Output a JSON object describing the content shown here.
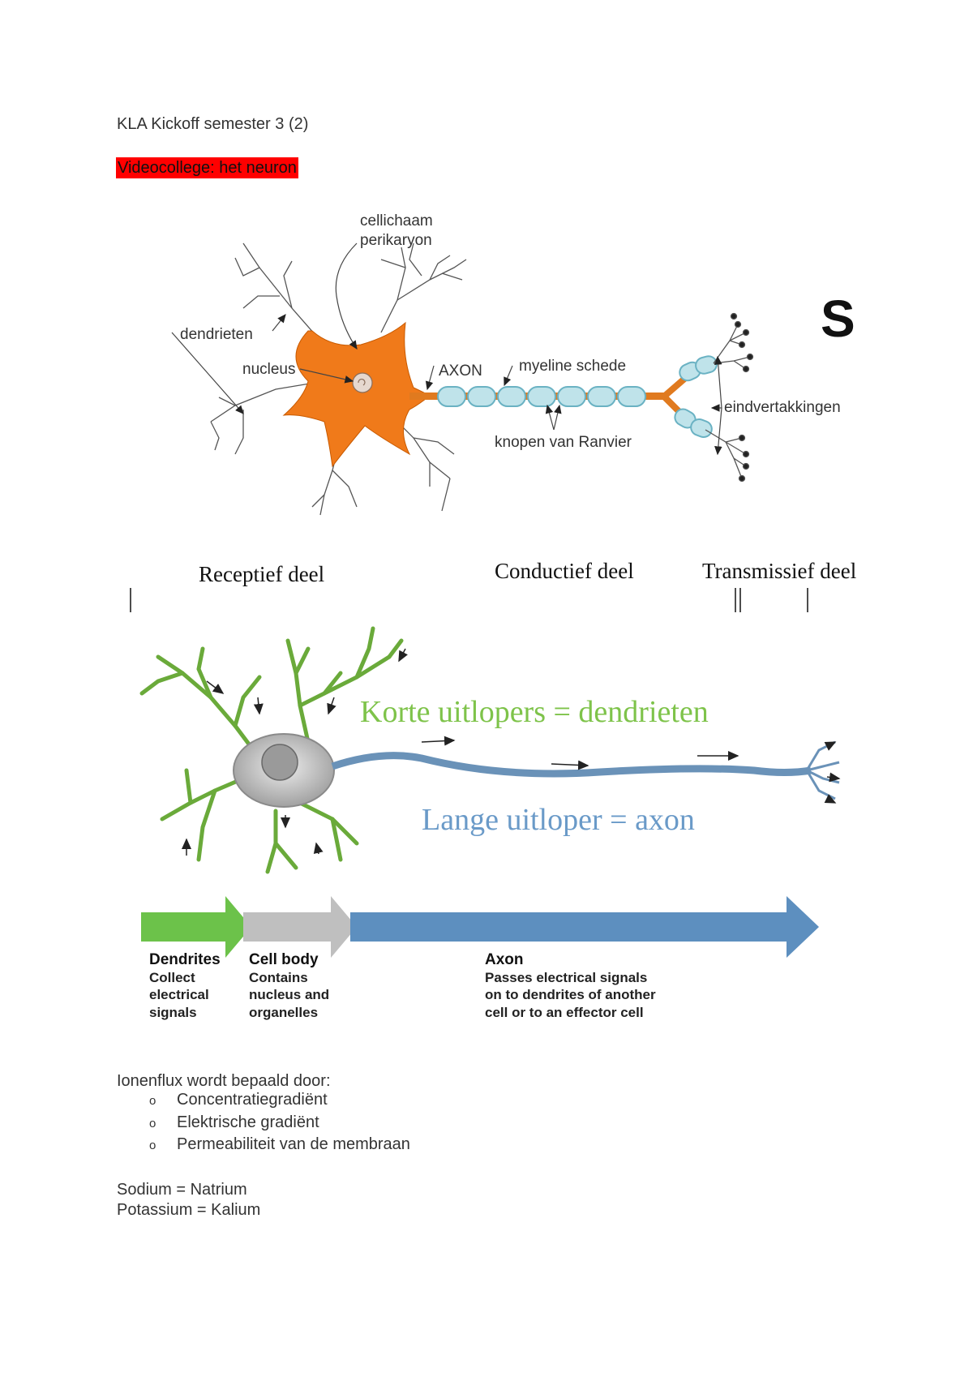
{
  "document": {
    "title": "KLA Kickoff semester 3 (2)",
    "section_heading": "Videocollege: het neuron"
  },
  "figure1": {
    "labels": {
      "cell_body": "cellichaam",
      "perikaryon": "perikaryon",
      "dendrites": "dendrieten",
      "nucleus": "nucleus",
      "axon": "AXON",
      "myelin": "myeline schede",
      "nodes": "knopen van Ranvier",
      "terminals": "eindvertakkingen",
      "corner_letter": "S"
    },
    "colors": {
      "soma": "#f07a1a",
      "myelin": "#bfe3ea",
      "myelin_edge": "#6ab2c3"
    }
  },
  "figure2": {
    "headings": {
      "receptive": "Receptief deel",
      "conductive": "Conductief deel",
      "transmissive": "Transmissief deel"
    },
    "annotations": {
      "short": "Korte uitlopers = dendrieten",
      "long": "Lange uitloper = axon"
    },
    "arrows": [
      {
        "title": "Dendrites",
        "lines": [
          "Collect",
          "electrical",
          "signals"
        ],
        "color": "#6cc24a"
      },
      {
        "title": "Cell body",
        "lines": [
          "Contains",
          "nucleus and",
          "organelles"
        ],
        "color": "#bfbfbf"
      },
      {
        "title": "Axon",
        "lines": [
          "Passes electrical signals",
          "on to dendrites of another",
          "cell or to an effector cell"
        ],
        "color": "#5d8fbf"
      }
    ]
  },
  "ion_flux": {
    "intro": "Ionenflux wordt bepaald door:",
    "bullet_marker": "o",
    "items": [
      "Concentratiegradiënt",
      "Elektrische gradiënt",
      "Permeabiliteit van de membraan"
    ]
  },
  "terms": {
    "line1": "Sodium = Natrium",
    "line2": "Potassium = Kalium"
  }
}
